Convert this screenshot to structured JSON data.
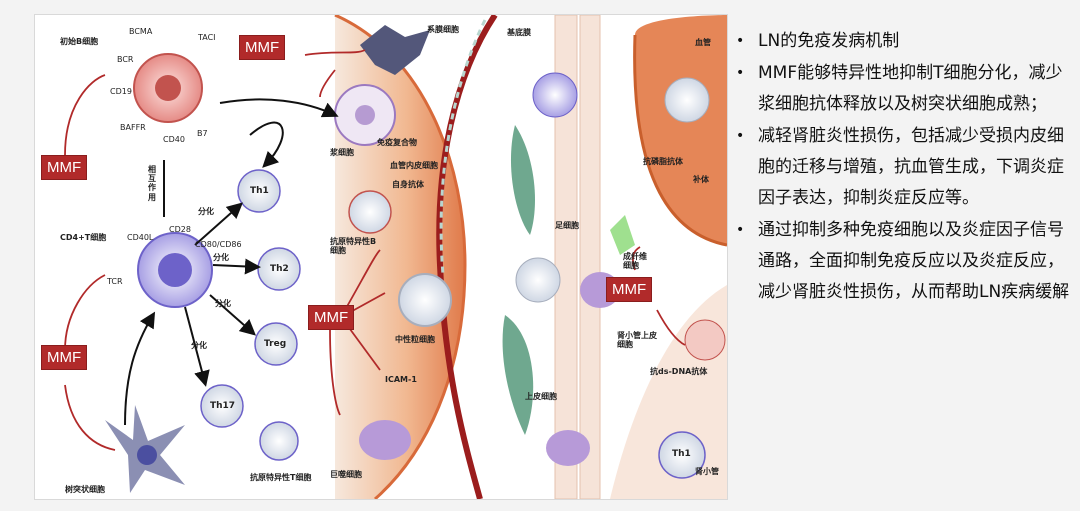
{
  "figure": {
    "mmf_label": "MMF",
    "labels": {
      "naive_b": "初始B细胞",
      "bcma": "BCMA",
      "taci": "TACI",
      "bcr": "BCR",
      "cd19": "CD19",
      "baffr": "BAFFR",
      "cd40": "CD40",
      "b7": "B7",
      "mutual": "相互作用",
      "cd4_t": "CD4+T细胞",
      "cd40l": "CD40L",
      "cd28": "CD28",
      "cd80_86": "CD80/CD86",
      "tcr": "TCR",
      "diff": "分化",
      "th1": "Th1",
      "th2": "Th2",
      "treg": "Treg",
      "th17": "Th17",
      "dendritic": "树突状细胞",
      "ag_t": "抗原特异性T细胞",
      "mesangial": "系膜细胞",
      "basement": "基底膜",
      "plasma": "浆细胞",
      "immune_complex": "免疫复合物",
      "endothelial": "血管内皮细胞",
      "autoab": "自身抗体",
      "ag_b": "抗原特异性B细胞",
      "neutrophil": "中性粒细胞",
      "icam": "ICAM-1",
      "macrophage": "巨噬细胞",
      "podocyte": "足细胞",
      "epithelial": "上皮细胞",
      "fibroblast": "成纤维细胞",
      "tubular_epi": "肾小管上皮细胞",
      "blood_vessel": "血管",
      "antiphospholipid": "抗磷脂抗体",
      "complement": "补体",
      "anti_dsdna": "抗ds-DNA抗体",
      "th1_2": "Th1",
      "tubule": "肾小管"
    }
  },
  "notes": [
    "LN的免疫发病机制",
    "MMF能够特异性地抑制T细胞分化，减少浆细胞抗体释放以及树突状细胞成熟；",
    "减轻肾脏炎性损伤，包括减少受损内皮细胞的迁移与增殖，抗血管生成，下调炎症因子表达，抑制炎症反应等。",
    "通过抑制多种免疫细胞以及炎症因子信号通路，全面抑制免疫反应以及炎症反应，减少肾脏炎性损伤，从而帮助LN疾病缓解"
  ],
  "colors": {
    "mmf_red": "#b12a2a",
    "glomerulus_orange": "#e07a4a",
    "t_cell_purple": "#8a7fd8",
    "membrane_green": "#6fa88f"
  }
}
